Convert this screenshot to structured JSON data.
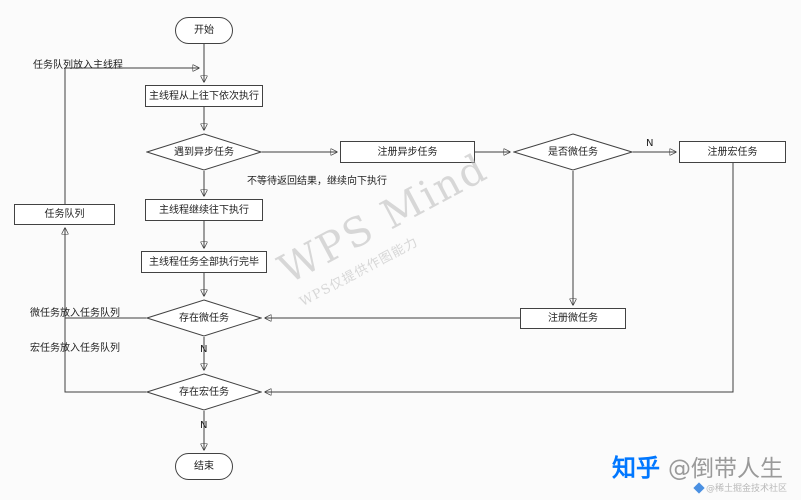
{
  "nodes": {
    "start": "开始",
    "main_exec": "主线程从上往下依次执行",
    "encounter_async": "遇到异步任务",
    "register_async": "注册异步任务",
    "is_micro": "是否微任务",
    "register_macro": "注册宏任务",
    "register_micro": "注册微任务",
    "main_continue": "主线程继续往下执行",
    "main_done": "主线程任务全部执行完毕",
    "exists_micro": "存在微任务",
    "exists_macro": "存在宏任务",
    "task_queue": "任务队列",
    "end": "结束"
  },
  "edges": {
    "queue_to_main": "任务队列放入主线程",
    "no_wait": "不等待返回结果，继续向下执行",
    "micro_to_queue": "微任务放入任务队列",
    "macro_to_queue": "宏任务放入任务队列",
    "n_is_micro": "N",
    "n_exists_micro": "N",
    "n_exists_macro": "N"
  },
  "watermark": {
    "line1": "WPS Mind",
    "line2": "WPS仅提供作图能力"
  },
  "footer": {
    "zhihu": "知乎",
    "author": "@倒带人生",
    "community": "@稀土掘金技术社区"
  },
  "colors": {
    "line": "#3f3f3f",
    "zhihu_blue": "#0077ff"
  }
}
